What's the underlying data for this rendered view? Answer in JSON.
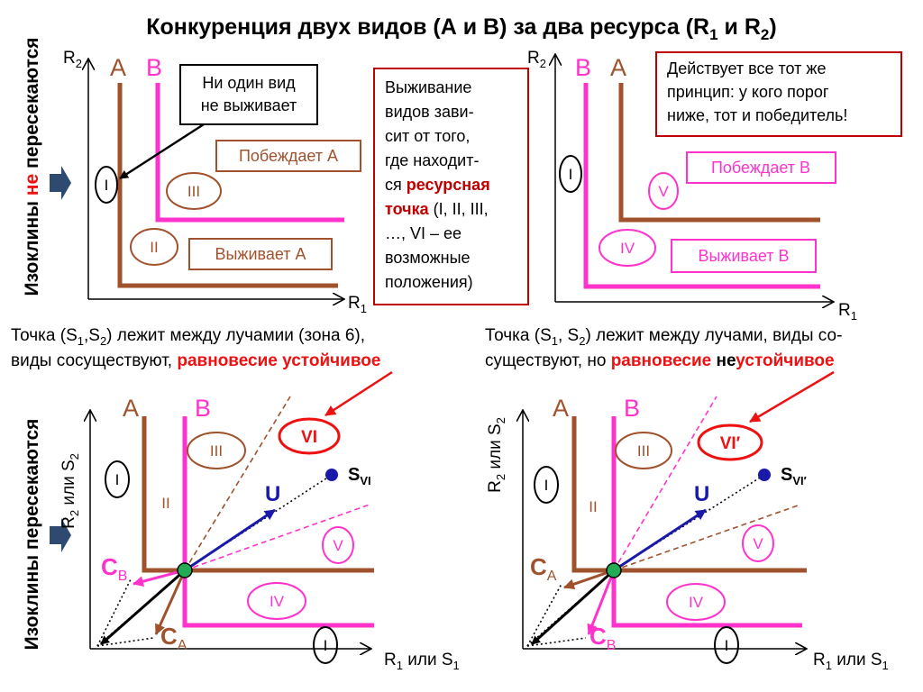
{
  "title": {
    "prefix": "Конкуренция двух видов (А и В) за два ресурса (R",
    "mid": " и R",
    "suffix": ")",
    "sub1": "1",
    "sub2": "2"
  },
  "side_labels": {
    "top_pre": "Изоклины ",
    "top_ne": "не",
    "top_post": " пересекаются",
    "bottom": "Изоклины пересекаются"
  },
  "colors": {
    "species_a": "#a0522d",
    "species_b": "#ff33cc",
    "accent_red": "#ee1111",
    "box_red": "#c00000",
    "vector_u": "#1a1aaa",
    "point_green": "#22aa55",
    "point_blue": "#1a1aaa",
    "arrow_blue": "#2e4a70"
  },
  "axes": {
    "R": "R",
    "R1_sub": "1",
    "R2_sub": "2",
    "or_word": " или ",
    "S": "S",
    "S1_sub": "1",
    "S2_sub": "2"
  },
  "species": {
    "A": "A",
    "B": "B"
  },
  "zones": {
    "I": "I",
    "II": "II",
    "III": "III",
    "IV": "IV",
    "V": "V",
    "VI": "VI",
    "VI_prime": "VI′"
  },
  "top_left": {
    "no_survive_line1": "Ни один вид",
    "no_survive_line2": "не выживает",
    "wins_a": "Побеждает А",
    "survives_a": "Выживает А"
  },
  "middle_box": {
    "line1": "Выживание",
    "line2": "видов зави-",
    "line3": "сит от того,",
    "line4": "где находит-",
    "line5_pre": "ся ",
    "line5_red": "ресурсная",
    "line6_red": "точка",
    "line6_post": " (I, II, III,",
    "line7": "…, VI – ее",
    "line8": "возможные",
    "line9": "положения)"
  },
  "top_right": {
    "principle_line1": "Действует все тот же",
    "principle_line2": "принцип: у кого порог",
    "principle_line3": "ниже, тот и победитель!",
    "wins_b": "Побеждает В",
    "survives_b": "Выживает В"
  },
  "caption_left": {
    "line1_pre": "Точка (S",
    "line1_mid": ",S",
    "line1_post": ") лежит между лучамии (зона 6),",
    "sub1": "1",
    "sub2": "2",
    "line2_pre": "виды сосуществуют, ",
    "line2_red": "равновесие устойчивое"
  },
  "caption_right": {
    "line1_pre": "Точка (S",
    "line1_mid": ", S",
    "line1_post": ") лежит между лучами, виды со-",
    "sub1": "1",
    "sub2": "2",
    "line2_pre": "существуют, но ",
    "line2_red1": "равновесие ",
    "line2_black": "не",
    "line2_red2": "устойчивое"
  },
  "vectors": {
    "U": "U",
    "C": "C",
    "sub_A": "A",
    "sub_B": "B",
    "S": "S",
    "S_sub_left": "VI",
    "S_sub_right": "VI′"
  }
}
